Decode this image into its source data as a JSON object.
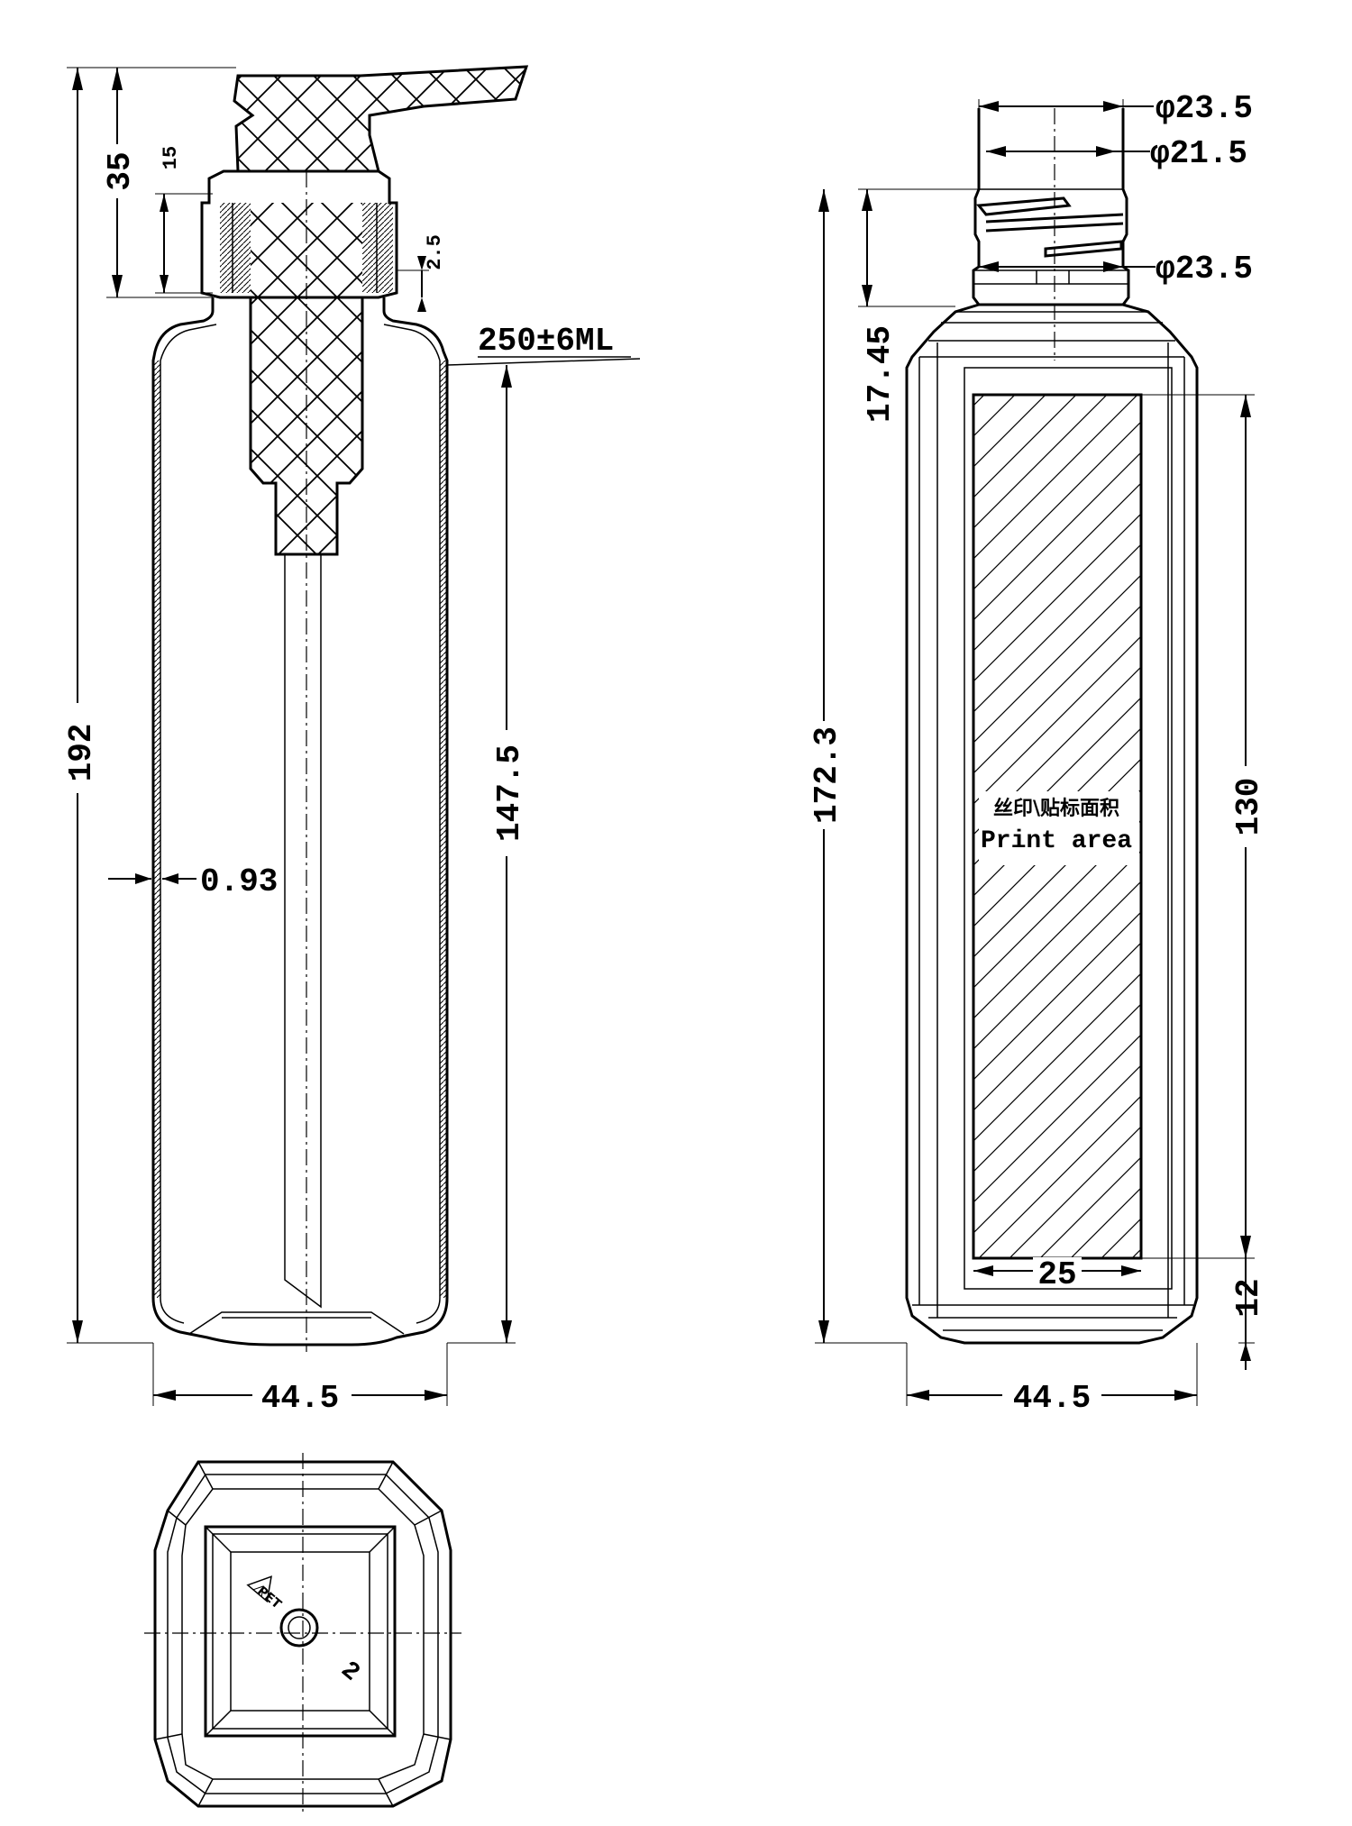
{
  "front_view": {
    "overall_height": "192",
    "pump_height": "35",
    "neck_height": "15",
    "neck_gap": "2.5",
    "capacity": "250±6ML",
    "body_height": "147.5",
    "wall_thickness": "0.93",
    "width": "44.5"
  },
  "side_view": {
    "cap_outer_diameter": "φ23.5",
    "thread_diameter": "φ21.5",
    "neck_ring_diameter": "φ23.5",
    "neck_height": "17.45",
    "body_height": "172.3",
    "print_area_height": "130",
    "bottom_offset": "12",
    "print_area_width": "25",
    "width": "44.5",
    "print_area_label_cn": "丝印\\贴标面积",
    "print_area_label_en": "Print area"
  },
  "bottom_view": {
    "material_mark": "PET",
    "recycle_code": "2"
  }
}
